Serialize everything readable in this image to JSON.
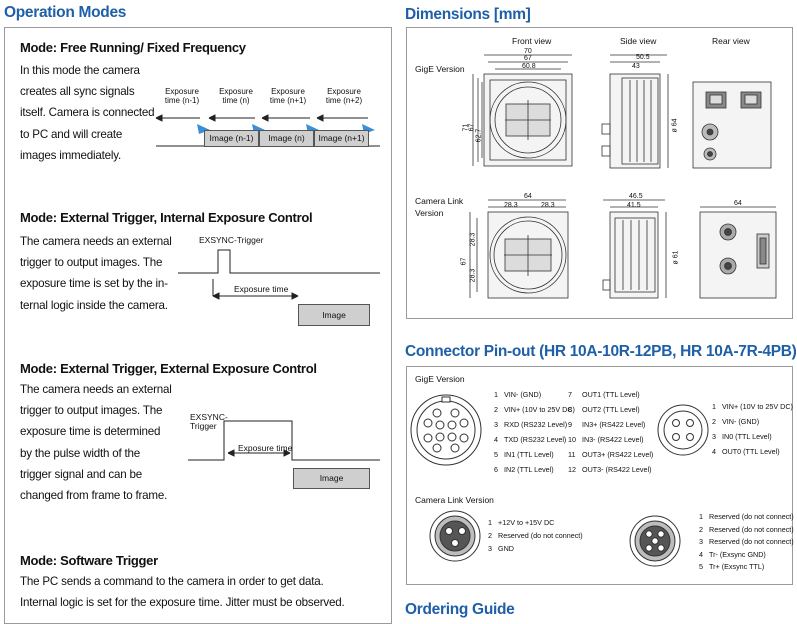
{
  "left": {
    "title": "Operation Modes",
    "modes": [
      {
        "title": "Mode: Free Running/ Fixed Frequency",
        "lines": [
          "In this mode the camera",
          "creates all sync signals",
          "itself. Camera is connected",
          "to PC and will create",
          "images immediately."
        ]
      },
      {
        "title": "Mode: External Trigger, Internal Exposure Control",
        "lines": [
          "The camera needs an external",
          "trigger to output images. The",
          "exposure time is set by the in-",
          "ternal logic inside the camera."
        ]
      },
      {
        "title": "Mode: External Trigger, External Exposure Control",
        "lines": [
          "The camera needs an external",
          "trigger to output images. The",
          "exposure time is determined",
          "by the pulse width of the",
          "trigger signal and can be",
          "changed from frame to frame."
        ]
      },
      {
        "title": "Mode: Software Trigger",
        "lines": [
          "The PC sends a command to the camera in order to get data.",
          "Internal logic is set for the exposure time. Jitter must be observed."
        ]
      }
    ],
    "diag1": {
      "exposures": [
        "Exposure\ntime (n-1)",
        "Exposure\ntime (n)",
        "Exposure\ntime (n+1)",
        "Exposure\ntime (n+2)"
      ],
      "images": [
        "Image (n-1)",
        "Image (n)",
        "Image (n+1)"
      ]
    },
    "diag2": {
      "trigger": "EXSYNC-Trigger",
      "exposure": "Exposure time",
      "image": "Image"
    },
    "diag3": {
      "trigger": "EXSYNC-\nTrigger",
      "exposure": "Exposure time",
      "image": "Image"
    }
  },
  "right": {
    "dim_title": "Dimensions [mm]",
    "views": [
      "Front view",
      "Side view",
      "Rear view"
    ],
    "gige_label": "GigE Version",
    "cl_label": "Camera Link\nVersion",
    "gige_dims": {
      "front_w1": "70",
      "front_w2": "67",
      "front_w3": "60.8",
      "side_w1": "50.5",
      "side_w2": "43",
      "front_h1": "71",
      "front_h2": "67",
      "front_h3": "62.7",
      "dia": "ø 64"
    },
    "cl_dims": {
      "front_w1": "64",
      "half_a": "28.3",
      "half_b": "28.3",
      "side_w1": "46.5",
      "side_w2": "41.5",
      "rear_w": "64",
      "h1": "67",
      "h2": "28.3",
      "h3": "28.3",
      "dia": "ø 61"
    },
    "pin_title": "Connector Pin-out (HR 10A-10R-12PB,  HR 10A-7R-4PB)",
    "pin_gige_label": "GigE Version",
    "pin_cl_label": "Camera Link Version",
    "pins12_left": [
      {
        "n": "1",
        "t": "VIN- (GND)"
      },
      {
        "n": "2",
        "t": "VIN+ (10V to 25V DC)"
      },
      {
        "n": "3",
        "t": "RXD (RS232 Level)"
      },
      {
        "n": "4",
        "t": "TXD (RS232 Level)"
      },
      {
        "n": "5",
        "t": "IN1 (TTL Level)"
      },
      {
        "n": "6",
        "t": "IN2 (TTL Level)"
      }
    ],
    "pins12_right": [
      {
        "n": "7",
        "t": "OUT1 (TTL Level)"
      },
      {
        "n": "8",
        "t": "OUT2 (TTL Level)"
      },
      {
        "n": "9",
        "t": "IN3+ (RS422 Level)"
      },
      {
        "n": "10",
        "t": "IN3- (RS422 Level)"
      },
      {
        "n": "11",
        "t": "OUT3+ (RS422 Level)"
      },
      {
        "n": "12",
        "t": "OUT3- (RS422 Level)"
      }
    ],
    "pins4": [
      {
        "n": "1",
        "t": "VIN+ (10V to 25V DC)"
      },
      {
        "n": "2",
        "t": "VIN- (GND)"
      },
      {
        "n": "3",
        "t": "IN0 (TTL Level)"
      },
      {
        "n": "4",
        "t": "OUT0 (TTL Level)"
      }
    ],
    "cl_pins3": [
      {
        "n": "1",
        "t": "+12V to +15V DC"
      },
      {
        "n": "2",
        "t": "Reserved (do not connect)"
      },
      {
        "n": "3",
        "t": "GND"
      }
    ],
    "cl_pins5": [
      {
        "n": "1",
        "t": "Reserved (do not connect)"
      },
      {
        "n": "2",
        "t": "Reserved (do not connect)"
      },
      {
        "n": "3",
        "t": "Reserved (do not connect)"
      },
      {
        "n": "4",
        "t": "Tr- (Exsync GND)"
      },
      {
        "n": "5",
        "t": "Tr+ (Exsync TTL)"
      }
    ],
    "ordering_title": "Ordering Guide"
  }
}
